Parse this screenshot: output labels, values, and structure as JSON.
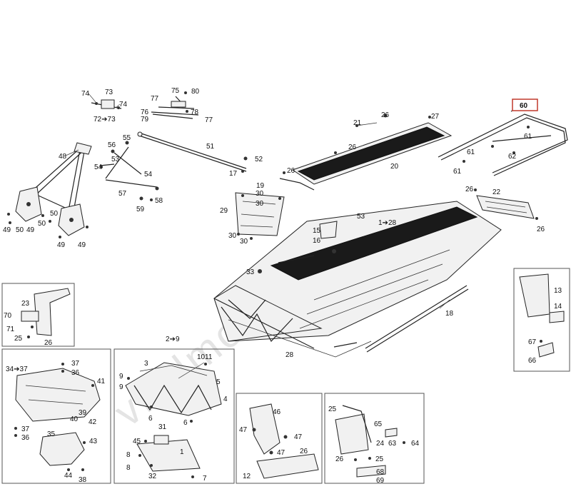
{
  "watermark": "vladmotor.ru",
  "highlight_callout": "60",
  "callouts": {
    "c74a": "74",
    "c73": "73",
    "c74b": "74",
    "c72to73": "72➔73",
    "c75": "75",
    "c80": "80",
    "c77a": "77",
    "c76": "76",
    "c78": "78",
    "c79": "79",
    "c77b": "77",
    "c55": "55",
    "c56": "56",
    "c51": "51",
    "c52": "52",
    "c17": "17",
    "c48": "48",
    "c53": "53",
    "c54a": "54",
    "c54b": "54",
    "c57": "57",
    "c58": "58",
    "c59": "59",
    "c49a": "49",
    "c50a": "50",
    "c49b": "49",
    "c50b": "50",
    "c50c": "50",
    "c49c": "49",
    "c49d": "49",
    "c26a": "26",
    "c21": "21",
    "c27": "27",
    "c26b": "26",
    "c20": "20",
    "c26c": "26",
    "c19": "19",
    "c30a": "30",
    "c30b": "30",
    "c29": "29",
    "c30c": "30",
    "c30d": "30",
    "c61a": "61",
    "c61b": "61",
    "c62": "62",
    "c61c": "61",
    "c26d": "26",
    "c22": "22",
    "c26e": "26",
    "c53b": "53",
    "c1to28": "1➔28",
    "c15": "15",
    "c16": "16",
    "c33": "33",
    "c18": "18",
    "c28": "28",
    "c13": "13",
    "c14": "14",
    "c67": "67",
    "c66": "66",
    "c23": "23",
    "c70": "70",
    "c71": "71",
    "c25a": "25",
    "c26f": "26",
    "c34to37": "34➔37",
    "c37a": "37",
    "c36a": "36",
    "c41": "41",
    "c40": "40",
    "c39": "39",
    "c42": "42",
    "c37b": "37",
    "c36b": "36",
    "c35": "35",
    "c43": "43",
    "c44": "44",
    "c38": "38",
    "c2to9": "2➔9",
    "c3": "3",
    "c10": "10",
    "c11": "11",
    "c9a": "9",
    "c9b": "9",
    "c5": "5",
    "c4": "4",
    "c6a": "6",
    "c6b": "6",
    "c45": "45",
    "c31": "31",
    "c8a": "8",
    "c1": "1",
    "c8b": "8",
    "c32": "32",
    "c7": "7",
    "c46": "46",
    "c47a": "47",
    "c47b": "47",
    "c47c": "47",
    "c26g": "26",
    "c12": "12",
    "c25b": "25",
    "c65": "65",
    "c24": "24",
    "c63": "63",
    "c64": "64",
    "c26h": "26",
    "c25c": "25",
    "c68": "68",
    "c69": "69"
  }
}
